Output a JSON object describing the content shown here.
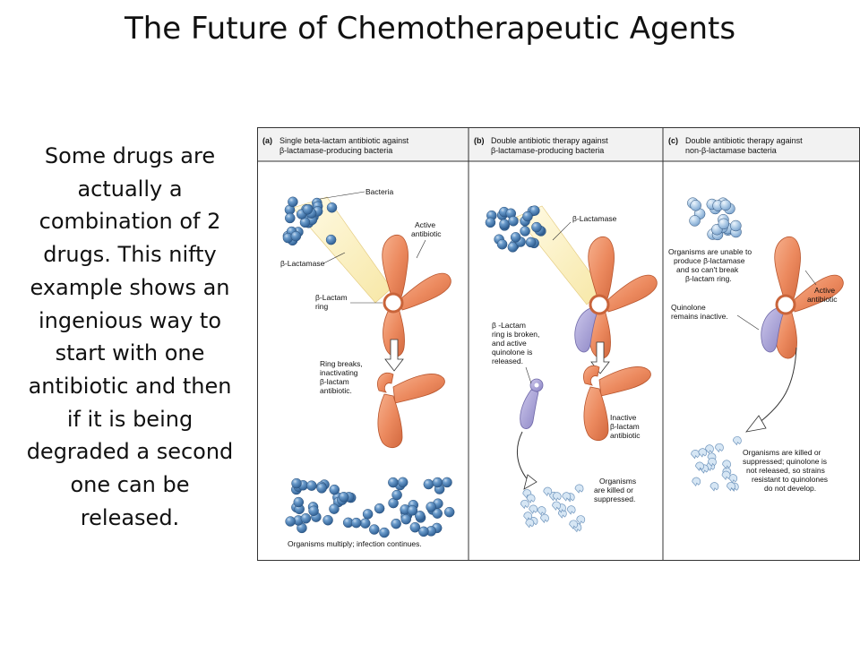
{
  "title": "The Future of Chemotherapeutic Agents",
  "description_lines": [
    "Some drugs are",
    "actually a",
    "combination of 2",
    "drugs.  This nifty",
    "example shows an",
    "ingenious way to",
    "start with one",
    "antibiotic and then",
    "if it is being",
    "degraded a second",
    "one can be",
    "released."
  ],
  "colors": {
    "bacteria": "#4f86bd",
    "bacteria_light": "#a9c8e6",
    "antibiotic": "#ec8a5f",
    "quinolone": "#a9a3d6",
    "header_bg": "#f2f2f2",
    "beam": "#fbf3c8"
  },
  "panels": {
    "a": {
      "tag": "(a)",
      "header": [
        "Single beta-lactam antibiotic against",
        "β-lactamase-producing bacteria"
      ],
      "labels": {
        "bacteria": "Bacteria",
        "active_antibiotic": [
          "Active",
          "antibiotic"
        ],
        "beta_lactamase": "β-Lactamase",
        "beta_lactam_ring": [
          "β-Lactam",
          "ring"
        ],
        "ring_breaks": [
          "Ring breaks,",
          "inactivating",
          "β-lactam",
          "antibiotic."
        ],
        "outcome": "Organisms multiply; infection continues."
      }
    },
    "b": {
      "tag": "(b)",
      "header": [
        "Double antibiotic therapy against",
        "β-lactamase-producing bacteria"
      ],
      "labels": {
        "beta_lactamase": "β-Lactamase",
        "ring_broken": [
          "β -Lactam",
          "ring is broken,",
          "and active",
          "quinolone is",
          "released."
        ],
        "inactive_antibiotic": [
          "Inactive",
          "β-lactam",
          "antibiotic"
        ],
        "outcome": [
          "Organisms",
          "are killed or",
          "suppressed."
        ]
      }
    },
    "c": {
      "tag": "(c)",
      "header": [
        "Double antibiotic therapy against",
        "non-β-lactamase bacteria"
      ],
      "labels": {
        "unable": [
          "Organisms are unable to",
          "produce β-lactamase",
          "and so can't break",
          "β-lactam ring."
        ],
        "active_antibiotic": [
          "Active",
          "antibiotic"
        ],
        "quinolone_inactive": [
          "Quinolone",
          "remains inactive."
        ],
        "outcome": [
          "Organisms are killed or",
          "suppressed; quinolone is",
          "not released, so strains",
          "resistant to quinolones",
          "do not develop."
        ]
      }
    }
  }
}
